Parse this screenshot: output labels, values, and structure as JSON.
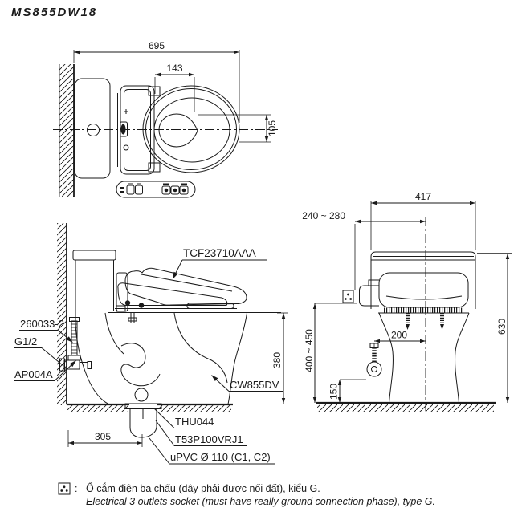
{
  "title": "MS855DW18",
  "top_view": {
    "dim_depth": "695",
    "dim_lid_inner": "143",
    "dim_half_width": "105"
  },
  "side_view": {
    "dim_drain_offset": "305",
    "dim_rim_height": "380",
    "labels": {
      "washlet": "TCF23710AAA",
      "hose": "260033-2",
      "thread": "G1/2",
      "valve": "AP004A",
      "bowl": "CW855DV",
      "flange": "THU044",
      "joint": "T53P100VRJ1",
      "pipe": "uPVC Ø 110 (C1, C2)"
    }
  },
  "rear_view": {
    "dim_width": "417",
    "dim_socket_offset": "240 ~ 280",
    "dim_height": "630",
    "dim_socket_height": "400 ~ 450",
    "dim_valve_offset": "200",
    "dim_valve_height": "150"
  },
  "note": {
    "separator": ":",
    "line_vi": "Ổ cắm điện ba chấu (dây phải được nối đất), kiểu G.",
    "line_en": "Electrical 3 outlets socket (must have really ground connection phase), type G."
  },
  "colors": {
    "line": "#1a1a1a",
    "background": "#ffffff"
  }
}
